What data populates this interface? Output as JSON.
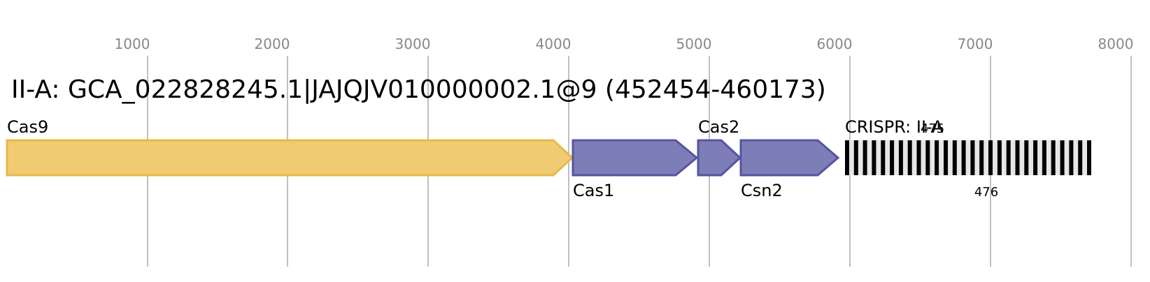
{
  "title": "II-A: GCA_022828245.1|JAJQJV010000002.1@9 (452454-460173)",
  "axis": {
    "ticks": [
      "1000",
      "2000",
      "3000",
      "4000",
      "5000",
      "6000",
      "7000",
      "8000"
    ],
    "gridline_color": "#c0c0c0",
    "tick_color": "#888888"
  },
  "genes": [
    {
      "name": "Cas9",
      "fill": "#f1cb72",
      "stroke": "#e8b84a"
    },
    {
      "name": "Cas1",
      "fill": "#7d7db8",
      "stroke": "#5555a0"
    },
    {
      "name": "Cas2",
      "fill": "#7d7db8",
      "stroke": "#5555a0"
    },
    {
      "name": "Csn2",
      "fill": "#7d7db8",
      "stroke": "#5555a0"
    }
  ],
  "crispr": {
    "label": "CRISPR: II-A",
    "count_top": "475",
    "count_bottom": "476",
    "repeat_units": 28
  }
}
